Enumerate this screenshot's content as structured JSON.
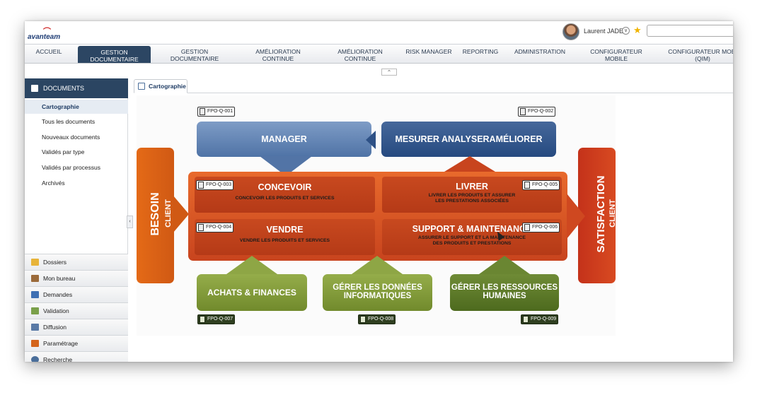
{
  "app": {
    "logo": "avanteam"
  },
  "user": {
    "name": "Laurent JADE"
  },
  "nav": {
    "items": [
      {
        "label": "ACCUEIL",
        "active": false
      },
      {
        "label": "GESTION DOCUMENTAIRE",
        "active": true
      },
      {
        "label": "GESTION DOCUMENTAIRE",
        "active": false
      },
      {
        "label": "AMÉLIORATION CONTINUE",
        "active": false
      },
      {
        "label": "AMÉLIORATION CONTINUE",
        "active": false
      },
      {
        "label": "RISK MANAGER",
        "active": false
      },
      {
        "label": "REPORTING",
        "active": false
      },
      {
        "label": "ADMINISTRATION",
        "active": false
      },
      {
        "label": "CONFIGURATEUR MOBILE",
        "active": false
      },
      {
        "label": "CONFIGURATEUR MOBI (QIM)",
        "active": false
      }
    ]
  },
  "sidebar": {
    "header": "DOCUMENTS",
    "links": [
      {
        "label": "Cartographie",
        "selected": true
      },
      {
        "label": "Tous les documents"
      },
      {
        "label": "Nouveaux documents"
      },
      {
        "label": "Validés par type"
      },
      {
        "label": "Validés par processus"
      },
      {
        "label": "Archivés"
      }
    ],
    "sections": [
      {
        "label": "Dossiers",
        "color": "#e7b43a"
      },
      {
        "label": "Mon bureau",
        "color": "#9b6a3a"
      },
      {
        "label": "Demandes",
        "color": "#3e6fb3"
      },
      {
        "label": "Validation",
        "color": "#7aa04a"
      },
      {
        "label": "Diffusion",
        "color": "#5a7aa6"
      },
      {
        "label": "Paramétrage",
        "color": "#d4641c"
      },
      {
        "label": "Recherche",
        "color": "#4a6e9a"
      }
    ]
  },
  "tab": {
    "label": "Cartographie"
  },
  "map": {
    "manager": {
      "title": "MANAGER",
      "doc": "FPO-Q-001"
    },
    "mesurer": {
      "title": "MESURER ANALYSERAMÉLIORER",
      "doc": "FPO-Q-002"
    },
    "concevoir": {
      "title": "CONCEVOIR",
      "subtitle": "CONCEVOIR LES PRODUITS ET SERVICES",
      "doc": "FPO-Q-003"
    },
    "livrer": {
      "title": "LIVRER",
      "subtitle_1": "LIVRER LES PRODUITS ET ASSURER",
      "subtitle_2": "LES PRESTATIONS ASSOCIÉES",
      "doc": "FPO-Q-005"
    },
    "vendre": {
      "title": "VENDRE",
      "subtitle": "VENDRE LES PRODUITS ET SERVICES",
      "doc": "FPO-Q-004"
    },
    "support": {
      "title": "SUPPORT & MAINTENANCE",
      "subtitle_1": "ASSURER LE SUPPORT ET LA MAINTENANCE",
      "subtitle_2": "DES PRODUITS ET PRESTATIONS",
      "doc": "FPO-Q-006"
    },
    "achats": {
      "title": "ACHATS & FINANCES",
      "doc": "FPO-Q-007"
    },
    "donnees": {
      "title_1": "GÉRER LES DONNÉES",
      "title_2": "INFORMATIQUES",
      "doc": "FPO-Q-008"
    },
    "ressources": {
      "title_1": "GÉRER LES RESSOURCES",
      "title_2": "HUMAINES",
      "doc": "FPO-Q-009"
    },
    "besoin": {
      "big": "BESOIN",
      "small": "CLIENT"
    },
    "satisfaction": {
      "big": "SATISFACTION",
      "small": "CLIENT"
    }
  }
}
